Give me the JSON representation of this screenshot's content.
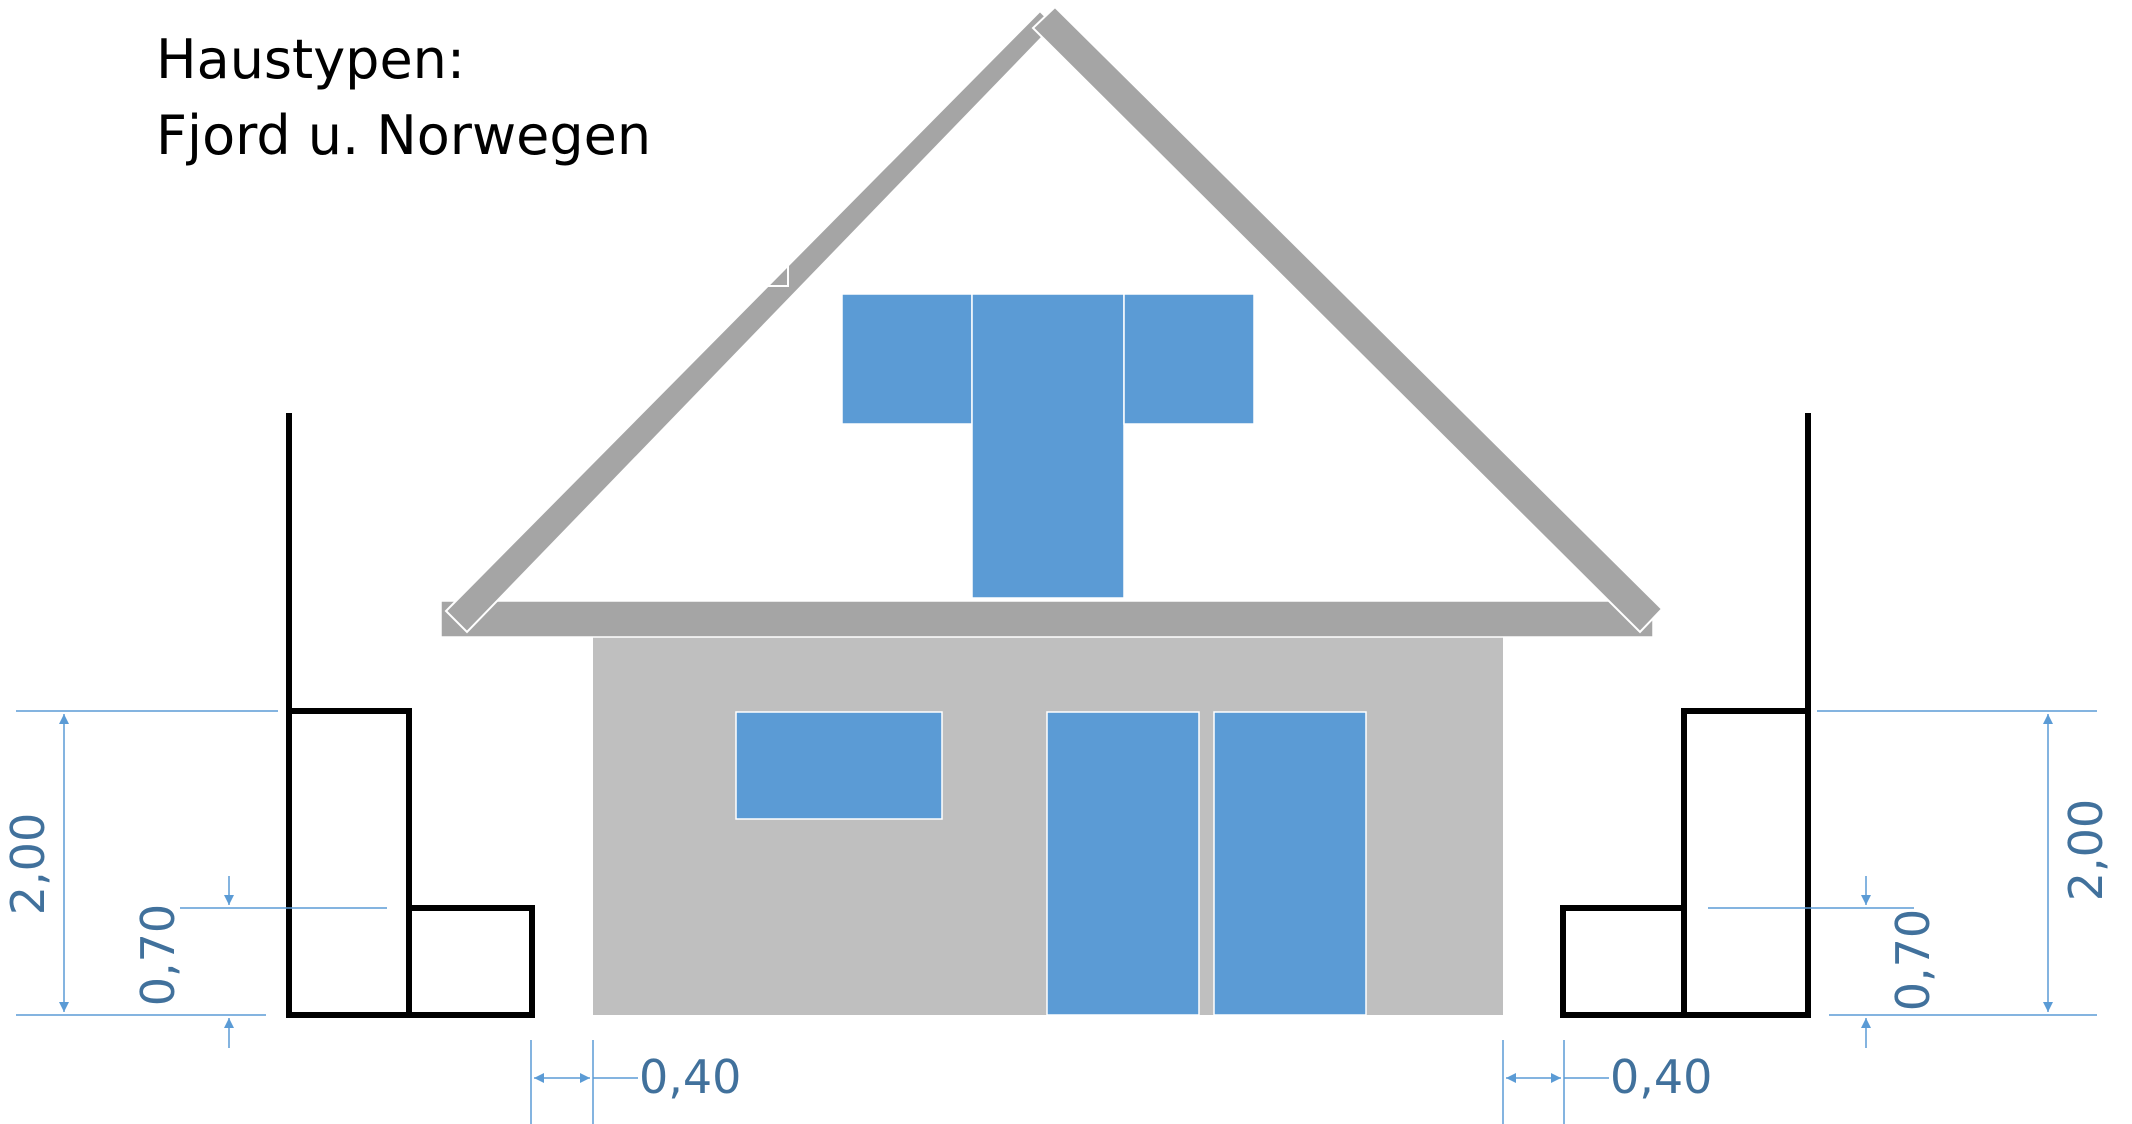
{
  "title": {
    "line1": "Haustypen:",
    "line2": "Fjord u. Norwegen"
  },
  "dimensions": {
    "left_height_total": "2,00",
    "left_height_bench": "0,70",
    "left_gap": "0,40",
    "right_height_total": "2,00",
    "right_height_bench": "0,70",
    "right_gap": "0,40"
  },
  "colors": {
    "window_blue": "#5b9bd5",
    "roof_gray": "#a5a5a5",
    "wall_gray": "#bfbfbf",
    "dimension_blue": "#41719c",
    "dimension_line": "#5b9bd5",
    "outline_black": "#000000"
  }
}
